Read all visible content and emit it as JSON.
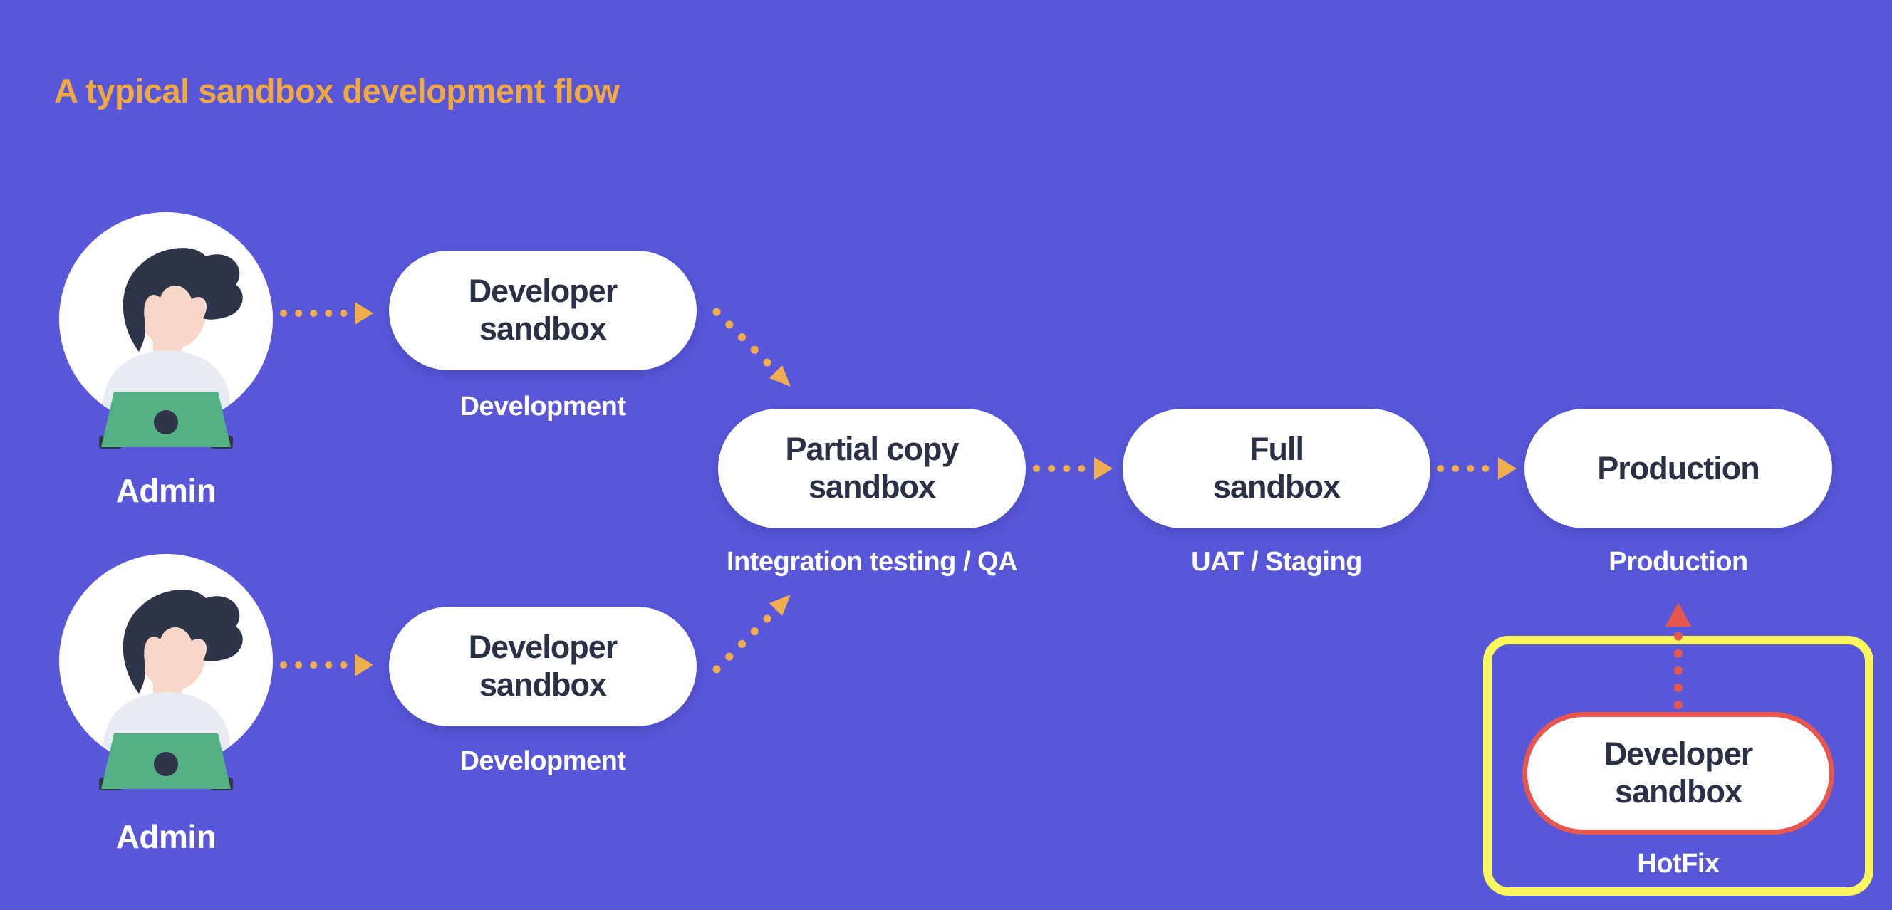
{
  "title": "A typical sandbox development flow",
  "colors": {
    "background": "#5857DA",
    "title_text": "#F0A843",
    "flow_arrow": "#F0AE4F",
    "pill_bg": "#FFFFFF",
    "pill_text": "#2A3146",
    "label_text": "#FFFFFF",
    "hotfix_frame": "#F9F75B",
    "hotfix_accent": "#E7574E",
    "avatar_circle": "#FFFFFF",
    "avatar_hair": "#2F3549",
    "avatar_skin": "#F8D7C9",
    "avatar_shirt": "#E8EBF1",
    "laptop": "#54B183",
    "laptop_dot": "#2F3549"
  },
  "actors": [
    {
      "name": "Admin"
    },
    {
      "name": "Admin"
    }
  ],
  "nodes": {
    "dev1": {
      "line1": "Developer",
      "line2": "sandbox",
      "sublabel": "Development"
    },
    "partial": {
      "line1": "Partial copy",
      "line2": "sandbox",
      "sublabel": "Integration testing / QA"
    },
    "full": {
      "line1": "Full",
      "line2": "sandbox",
      "sublabel": "UAT / Staging"
    },
    "prod": {
      "line1": "Production",
      "line2": "",
      "sublabel": "Production"
    },
    "dev2": {
      "line1": "Developer",
      "line2": "sandbox",
      "sublabel": "Development"
    },
    "hotfix": {
      "line1": "Developer",
      "line2": "sandbox",
      "sublabel": "HotFix"
    }
  },
  "edges": [
    {
      "from": "admin-1",
      "to": "developer-sandbox-1"
    },
    {
      "from": "developer-sandbox-1",
      "to": "partial-copy-sandbox"
    },
    {
      "from": "admin-2",
      "to": "developer-sandbox-2"
    },
    {
      "from": "developer-sandbox-2",
      "to": "partial-copy-sandbox"
    },
    {
      "from": "partial-copy-sandbox",
      "to": "full-sandbox"
    },
    {
      "from": "full-sandbox",
      "to": "production"
    },
    {
      "from": "hotfix-developer-sandbox",
      "to": "production"
    }
  ]
}
